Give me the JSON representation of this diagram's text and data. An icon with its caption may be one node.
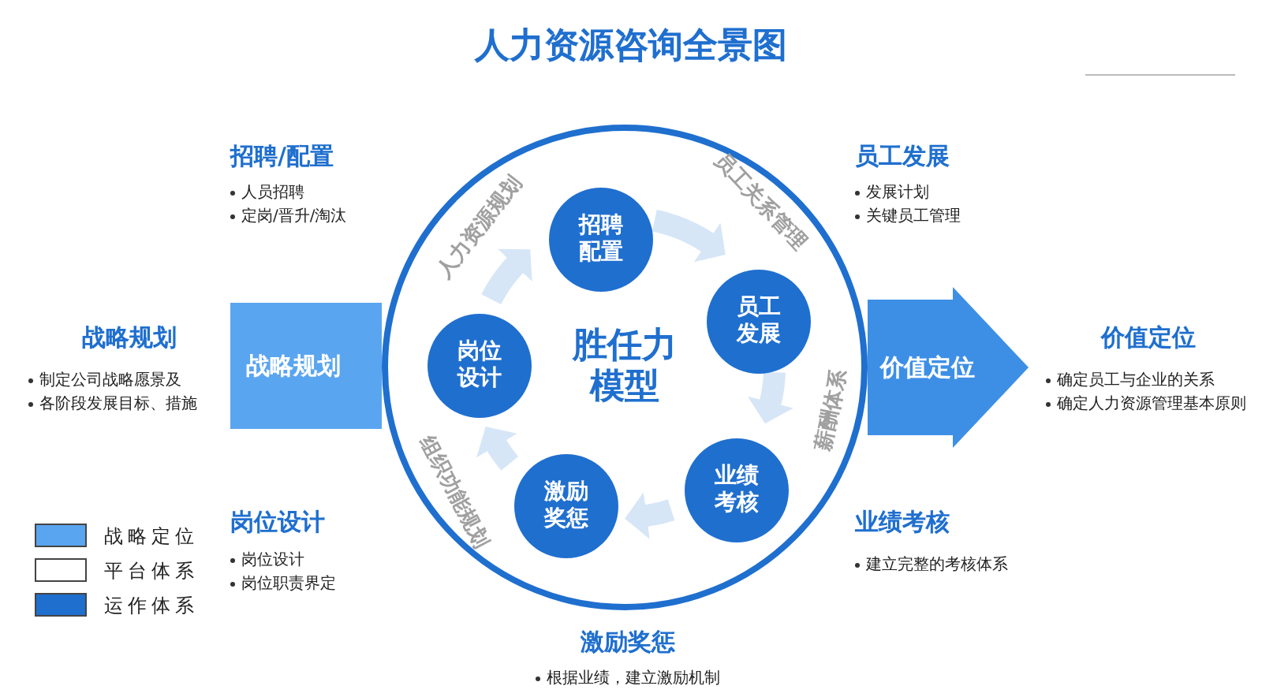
{
  "diagram": {
    "title": "人力资源咨询全景图",
    "nodes": [
      {
        "text": [
          "胜任力模型"
        ]
      },
      {
        "text": [
          "招聘配置"
        ],
        "in": 0
      },
      {
        "text": [
          "员工发展"
        ],
        "in": 0
      },
      {
        "text": [
          "业绩考核"
        ],
        "in": 0
      },
      {
        "text": [
          "激励奖惩"
        ],
        "in": 0
      },
      {
        "text": [
          "岗位设计"
        ],
        "in": 0
      },
      {
        "text": [
          "战略规划"
        ]
      },
      {
        "text": [
          "价值定位"
        ]
      }
    ],
    "edges": [
      {
        "from": 1,
        "to": 2,
        "arrow": "to"
      },
      {
        "from": 2,
        "to": 3,
        "arrow": "to"
      },
      {
        "from": 3,
        "to": 4,
        "arrow": "to"
      },
      {
        "from": 4,
        "to": 5,
        "arrow": "to"
      },
      {
        "from": 5,
        "to": 1,
        "arrow": "to"
      }
    ],
    "labels": [
      "招聘/配置",
      "人员招聘",
      "定岗/晋升/淘汰",
      "员工发展",
      "发展计划",
      "关键员工管理",
      "人力资源规划",
      "员工关系管理",
      "战略规划",
      "制定公司战略愿景及",
      "各阶段发展目标、措施",
      "价值定位",
      "确定员工与企业的关系",
      "确定人力资源管理基本原则",
      "薪酬体系",
      "组织功能规划",
      "岗位设计",
      "岗位设计",
      "岗位职责界定",
      "业绩考核",
      "建立完整的考核体系",
      "激励奖惩",
      "根据业绩，建立激励机制"
    ],
    "legend": [
      {
        "text": "战略定位",
        "color": "#5aa5f0"
      },
      {
        "text": "平台体系",
        "color": "#ffffff"
      },
      {
        "text": "运作体系",
        "color": "#1f6fcf"
      }
    ]
  }
}
